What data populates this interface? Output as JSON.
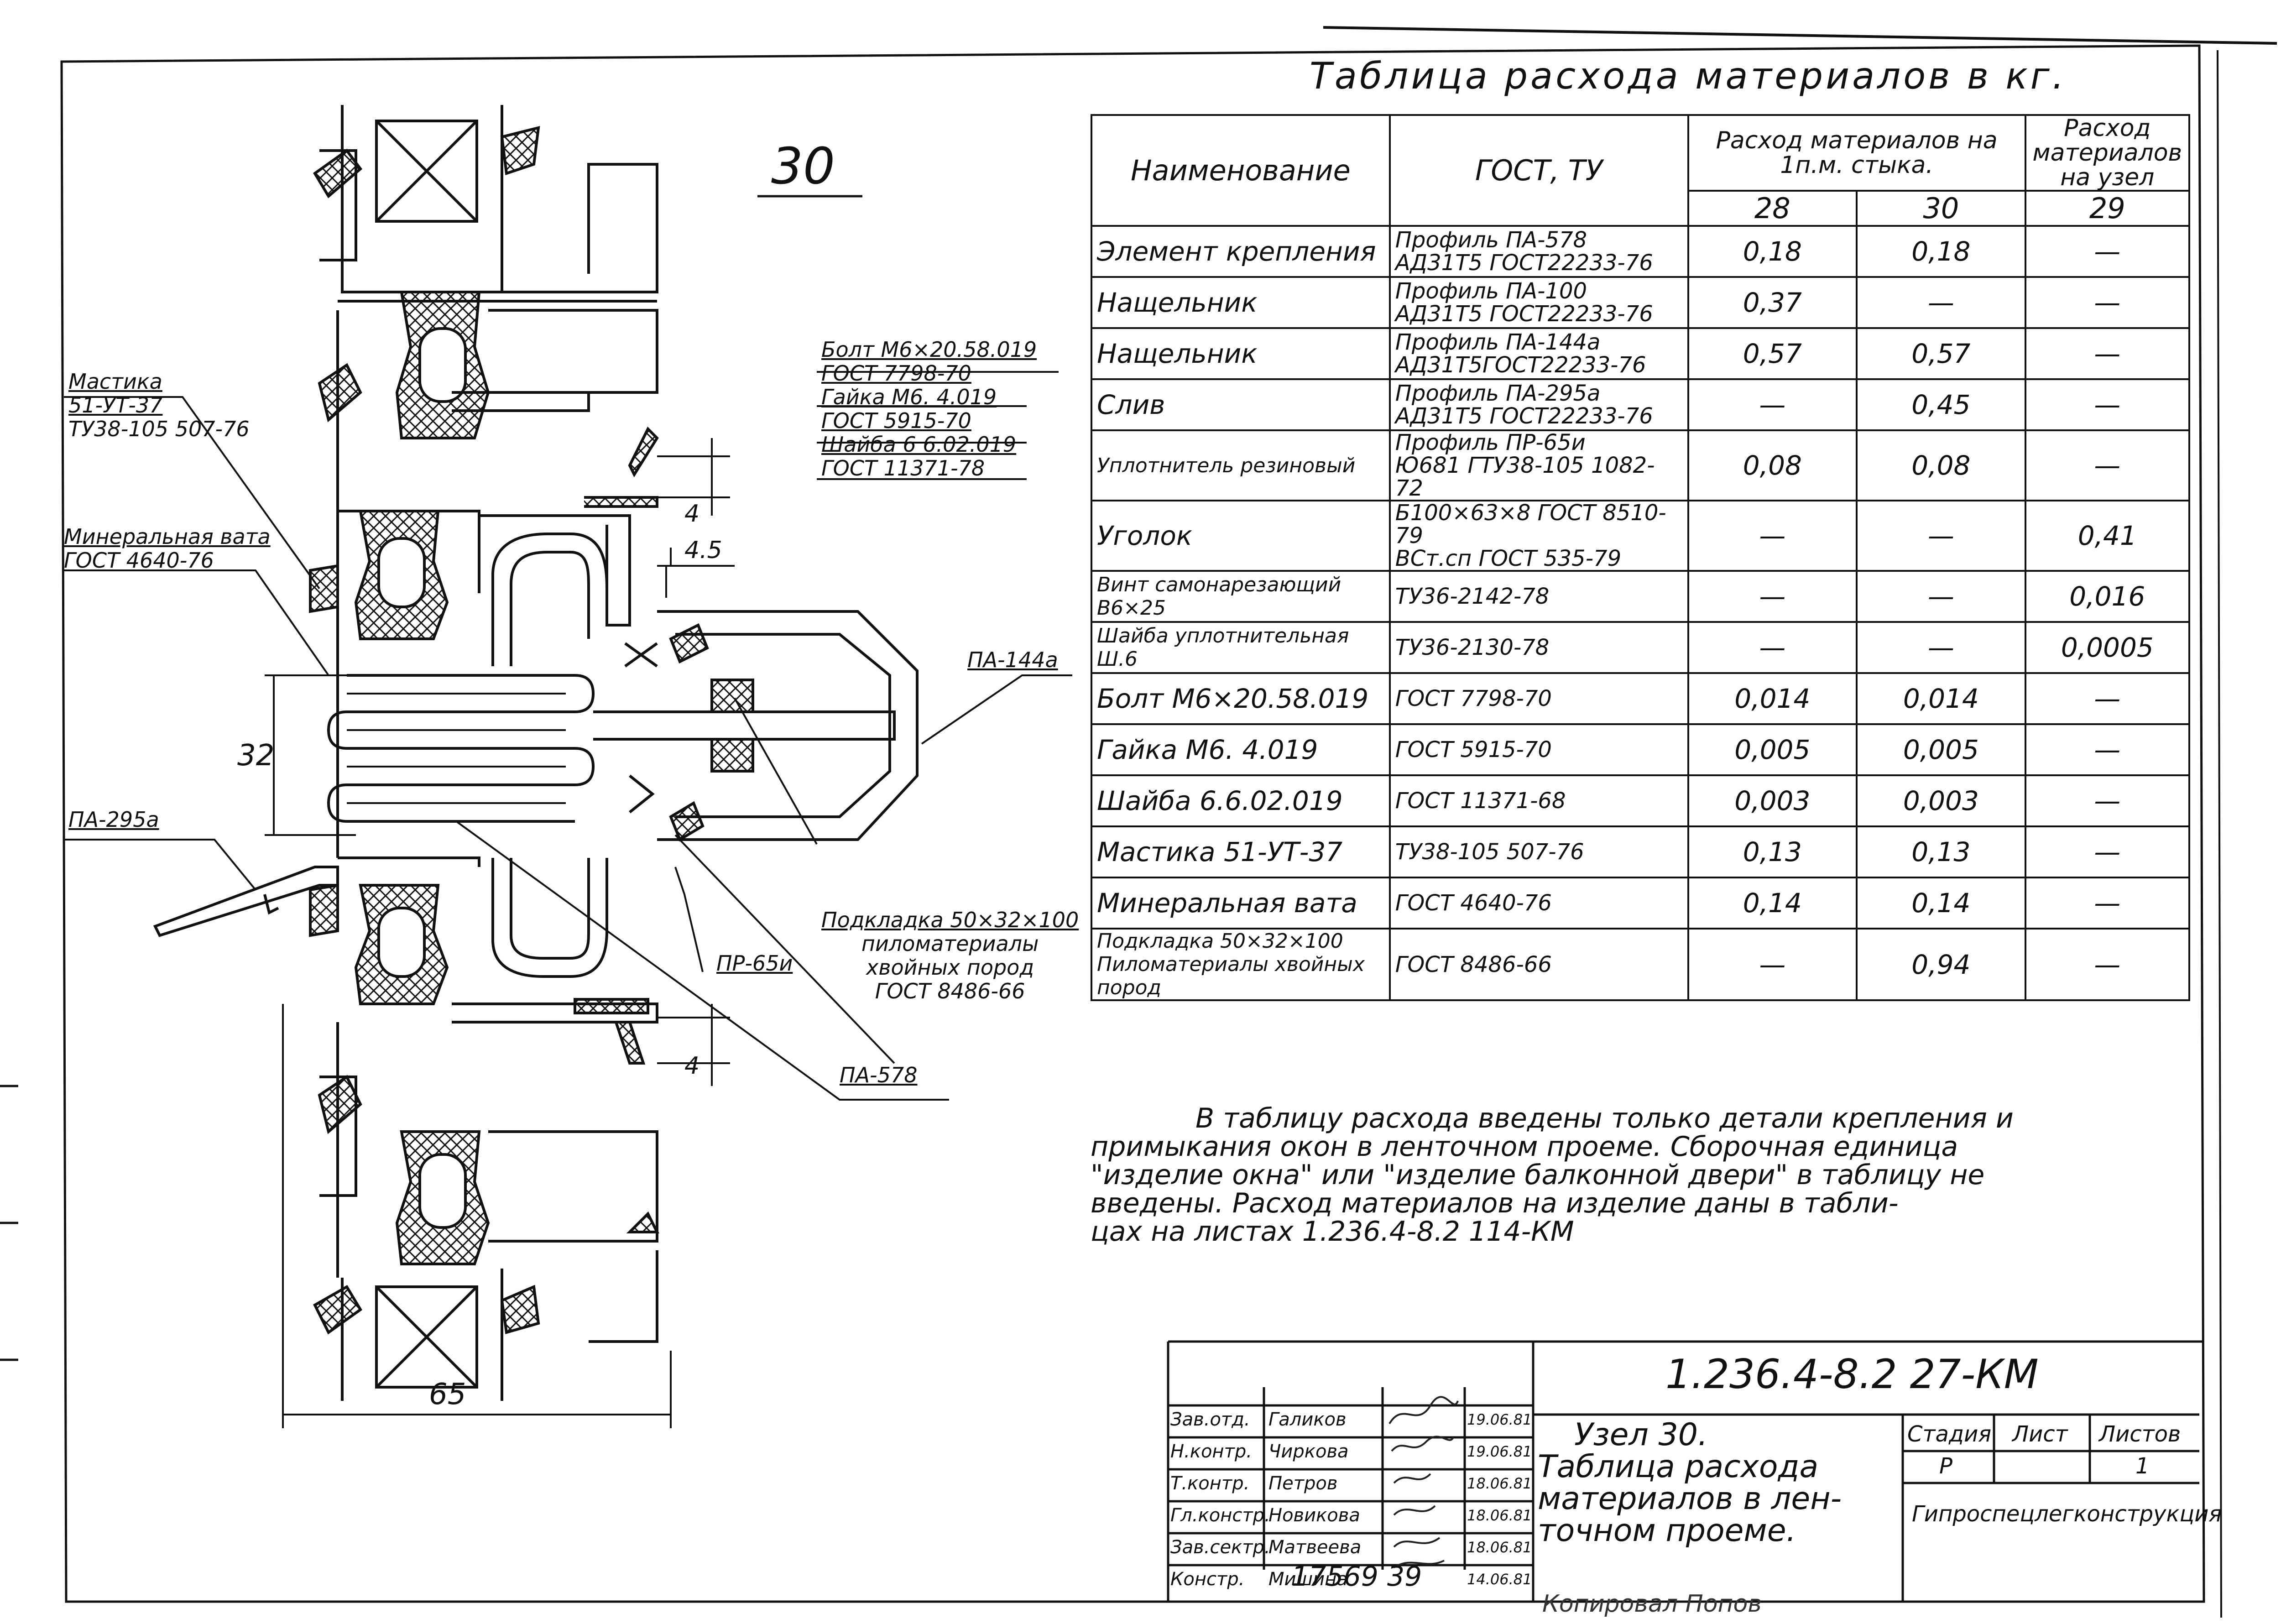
{
  "node": {
    "number": "30"
  },
  "drawing": {
    "labels": {
      "mastika_1": "Мастика",
      "mastika_2": "51-УТ-37",
      "mastika_3": "ТУ38-105 507-76",
      "vata_1": "Минеральная вата",
      "vata_2": "ГОСТ 4640-76",
      "pa295a": "ПА-295а",
      "bolt_1": "Болт М6×20.58.019",
      "bolt_2": "ГОСТ 7798-70",
      "bolt_3": "Гайка М6. 4.019",
      "bolt_4": "ГОСТ 5915-70",
      "bolt_5": "Шайба 6 6.02.019",
      "bolt_6": "ГОСТ 11371-78",
      "pa144a": "ПА-144а",
      "podkladka_1": "Подкладка 50×32×100",
      "podkladka_2": "пиломатериалы",
      "podkladka_3": "хвойных пород",
      "podkladka_4": "ГОСТ 8486-66",
      "pr65u": "ПР-65и",
      "pa578": "ПА-578",
      "dim_4_top": "4",
      "dim_45": "4.5",
      "dim_32": "32",
      "dim_4_bottom": "4",
      "dim_65": "65"
    }
  },
  "table": {
    "title": "Таблица расхода материалов в кг.",
    "headers": {
      "name": "Наименование",
      "gost": "ГОСТ, ТУ",
      "per_meter": "Расход материалов на 1п.м. стыка.",
      "per_node": "Расход материалов на узел",
      "col28": "28",
      "col30": "30",
      "col29": "29"
    },
    "rows": [
      {
        "name": "Элемент крепления",
        "gost1": "Профиль ПА-578",
        "gost2": "АД31Т5 ГОСТ22233-76",
        "c28": "0,18",
        "c30": "0,18",
        "c29": "—"
      },
      {
        "name": "Нащельник",
        "gost1": "Профиль ПА-100",
        "gost2": "АД31Т5 ГОСТ22233-76",
        "c28": "0,37",
        "c30": "—",
        "c29": "—"
      },
      {
        "name": "Нащельник",
        "gost1": "Профиль ПА-144а",
        "gost2": "АД31Т5ГОСТ22233-76",
        "c28": "0,57",
        "c30": "0,57",
        "c29": "—"
      },
      {
        "name": "Слив",
        "gost1": "Профиль ПА-295а",
        "gost2": "АД31Т5 ГОСТ22233-76",
        "c28": "—",
        "c30": "0,45",
        "c29": "—"
      },
      {
        "name": "Уплотнитель резиновый",
        "gost1": "Профиль ПР-65и",
        "gost2": "Ю681 ГТУ38-105 1082-72",
        "c28": "0,08",
        "c30": "0,08",
        "c29": "—"
      },
      {
        "name": "Уголок",
        "gost1": "Б100×63×8 ГОСТ 8510-79",
        "gost2": "ВСт.сп ГОСТ 535-79",
        "c28": "—",
        "c30": "—",
        "c29": "0,41"
      },
      {
        "name": "Винт самонарезающий В6×25",
        "gost1": "ТУ36-2142-78",
        "gost2": "",
        "c28": "—",
        "c30": "—",
        "c29": "0,016"
      },
      {
        "name": "Шайба уплотнительная Ш.6",
        "gost1": "ТУ36-2130-78",
        "gost2": "",
        "c28": "—",
        "c30": "—",
        "c29": "0,0005"
      },
      {
        "name": "Болт М6×20.58.019",
        "gost1": "ГОСТ 7798-70",
        "gost2": "",
        "c28": "0,014",
        "c30": "0,014",
        "c29": "—"
      },
      {
        "name": "Гайка М6. 4.019",
        "gost1": "ГОСТ 5915-70",
        "gost2": "",
        "c28": "0,005",
        "c30": "0,005",
        "c29": "—"
      },
      {
        "name": "Шайба 6.6.02.019",
        "gost1": "ГОСТ 11371-68",
        "gost2": "",
        "c28": "0,003",
        "c30": "0,003",
        "c29": "—"
      },
      {
        "name": "Мастика 51-УТ-37",
        "gost1": "ТУ38-105 507-76",
        "gost2": "",
        "c28": "0,13",
        "c30": "0,13",
        "c29": "—"
      },
      {
        "name": "Минеральная вата",
        "gost1": "ГОСТ 4640-76",
        "gost2": "",
        "c28": "0,14",
        "c30": "0,14",
        "c29": "—"
      },
      {
        "name": "Подкладка 50×32×100 Пиломатериалы хвойных пород",
        "gost1": "ГОСТ 8486-66",
        "gost2": "",
        "c28": "—",
        "c30": "0,94",
        "c29": "—"
      }
    ]
  },
  "note": {
    "line1": "В таблицу расхода введены только детали крепления и",
    "line2": "примыкания окон в ленточном проеме. Сборочная единица",
    "line3": "\"изделие окна\" или \"изделие балконной двери\" в таблицу не",
    "line4": "введены. Расход материалов на изделие даны в табли-",
    "line5": "цах на листах 1.236.4-8.2 114-КМ"
  },
  "title_block": {
    "code": "1.236.4-8.2 27-КМ",
    "roles": [
      "Зав.отд.",
      "Н.контр.",
      "Т.контр.",
      "Гл.констр.",
      "Зав.сектр.",
      "Констр."
    ],
    "names": [
      "Галиков",
      "Чиркова",
      "Петров",
      "Новикова",
      "Матвеева",
      "Мишина"
    ],
    "dates": [
      "19.06.81",
      "19.06.81",
      "18.06.81",
      "18.06.81",
      "18.06.81",
      "14.06.81"
    ],
    "title_1": "Узел 30.",
    "title_2": "Таблица расхода",
    "title_3": "материалов в лен-",
    "title_4": "точном проеме.",
    "stage_label": "Стадия",
    "sheet_label": "Лист",
    "sheets_label": "Листов",
    "stage_value": "Р",
    "sheets_value": "1",
    "organization": "Гипроспецлегконструкция"
  },
  "bottom": {
    "number": "17569 39",
    "text": "Копировал  Попов"
  }
}
